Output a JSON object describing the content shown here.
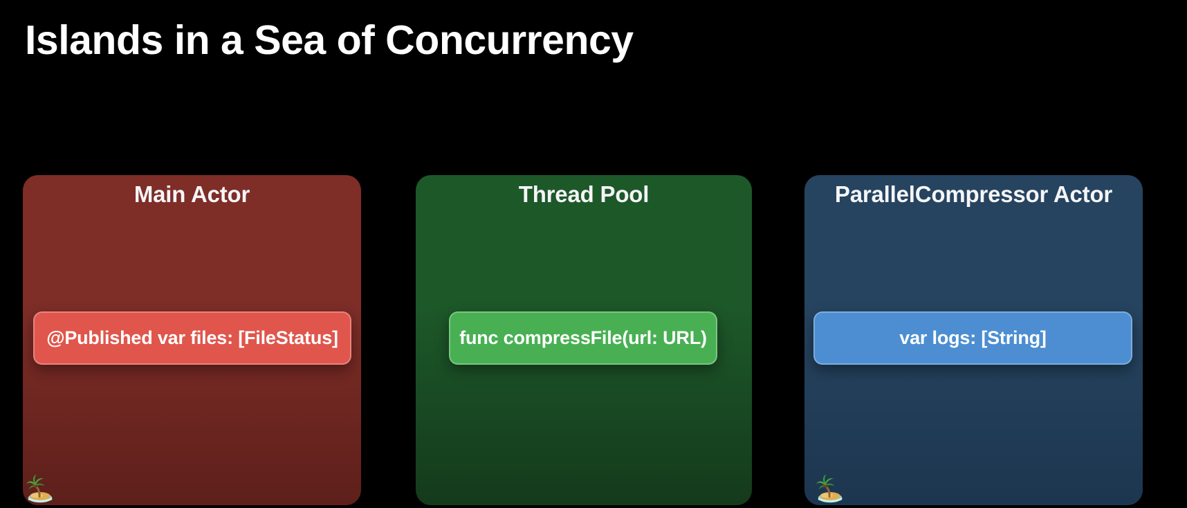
{
  "page": {
    "title": "Islands in a Sea of Concurrency",
    "background_color": "#000000"
  },
  "cards": [
    {
      "title": "Main Actor",
      "member_label": "@Published var files: [FileStatus]",
      "island_icon": "🏝️",
      "colors": {
        "card_top": "#7e2d27",
        "card_bottom": "#5e1f1b",
        "button_bg": "#e0564c"
      }
    },
    {
      "title": "Thread Pool",
      "member_label": "func compressFile(url: URL)",
      "island_icon": null,
      "colors": {
        "card_top": "#1d5829",
        "card_bottom": "#143a1c",
        "button_bg": "#48b053"
      }
    },
    {
      "title": "ParallelCompressor Actor",
      "member_label": "var logs: [String]",
      "island_icon": "🏝️",
      "colors": {
        "card_top": "#264460",
        "card_bottom": "#1d3650",
        "button_bg": "#4c8ed1"
      }
    }
  ]
}
